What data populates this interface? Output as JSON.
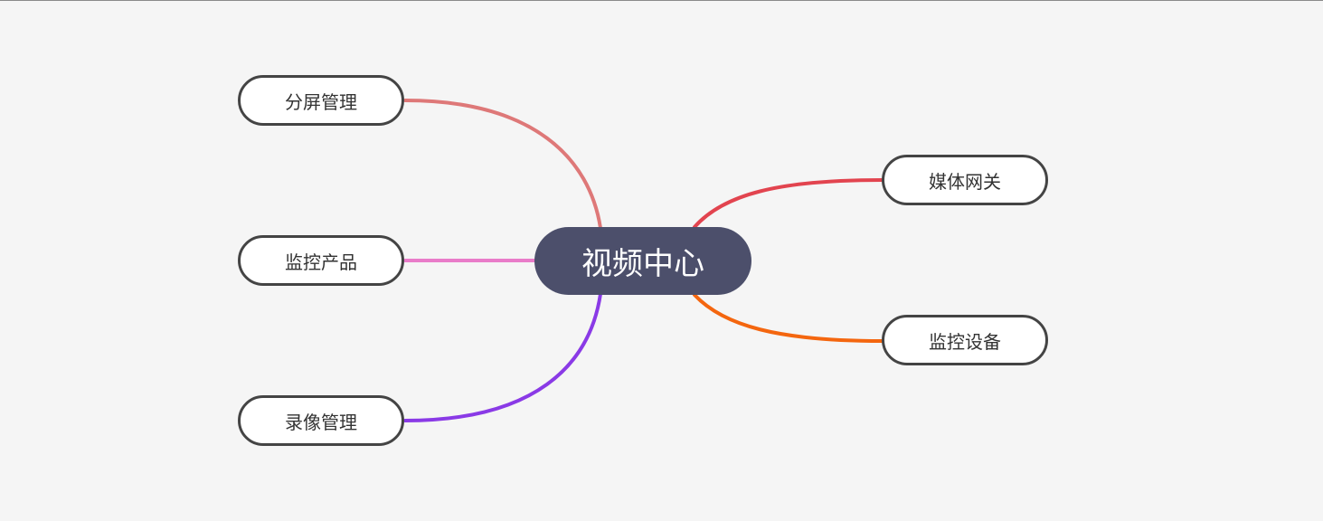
{
  "mindmap": {
    "root": {
      "label": "视频中心",
      "color": "#4c4f6b"
    },
    "branches": [
      {
        "id": "fenping",
        "label": "分屏管理",
        "side": "left",
        "color": "#de7878"
      },
      {
        "id": "jiankong",
        "label": "监控产品",
        "side": "left",
        "color": "#e97cc9"
      },
      {
        "id": "luxiang",
        "label": "录像管理",
        "side": "left",
        "color": "#8a3ae6"
      },
      {
        "id": "meiti",
        "label": "媒体网关",
        "side": "right",
        "color": "#e2444f"
      },
      {
        "id": "shebei",
        "label": "监控设备",
        "side": "right",
        "color": "#f4660f"
      }
    ]
  }
}
